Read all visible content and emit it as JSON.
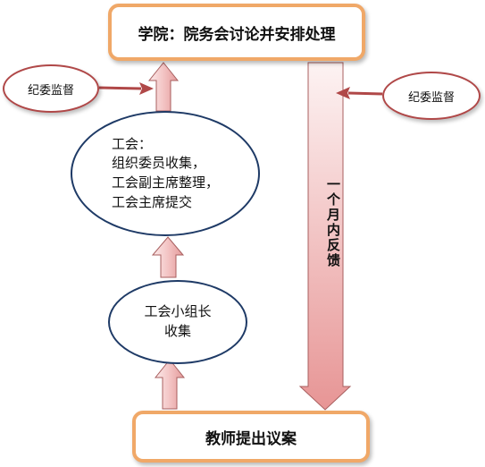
{
  "top_box": {
    "label": "学院：院务会讨论并安排处理"
  },
  "bottom_box": {
    "label": "教师提出议案"
  },
  "supervision_left": {
    "label": "纪委监督"
  },
  "supervision_right": {
    "label": "纪委监督"
  },
  "union": {
    "lines": [
      "工会：",
      "组织委员收集，",
      "工会副主席整理，",
      "工会主席提交"
    ]
  },
  "group_leader": {
    "lines": [
      "工会小组长",
      "收集"
    ]
  },
  "feedback": {
    "label": "一个月内反馈"
  },
  "colors": {
    "box_border": "#f0a868",
    "arrow_fill_light": "#fce3e3",
    "arrow_fill_dark": "#e79a9a",
    "arrow_stroke": "#a85f5f",
    "supervision_border": "#b04848",
    "union_border": "#1e3a66",
    "connector": "#b04848"
  }
}
